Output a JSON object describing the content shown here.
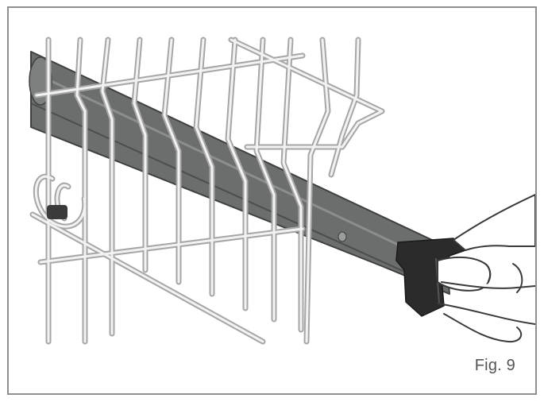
{
  "figure": {
    "caption": "Fig. 9",
    "colors": {
      "frame": "#8f8f8f",
      "wire": "#a6a6a6",
      "wire_highlight": "#f2f2f2",
      "rail": "#6b6e6d",
      "rail_edge": "#3e4140",
      "stopper": "#2b2b2b",
      "hand_outline": "#3a3a3a",
      "caption": "#555555"
    },
    "icons": [
      "dish-rack-wire-basket",
      "rack-rail",
      "rail-end-stopper",
      "hand"
    ]
  }
}
